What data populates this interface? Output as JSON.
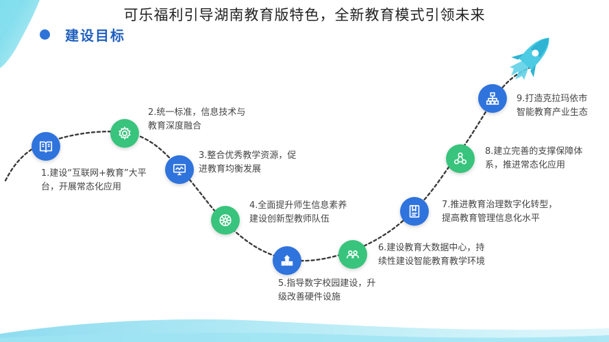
{
  "page_title": "可乐福利引导湖南教育版特色，全新教育模式引领未来",
  "section_title": "建设目标",
  "colors": {
    "blue": "#2f73dd",
    "green": "#38c47c",
    "accent_text": "#1f5fbf",
    "path": "#3a3a3a"
  },
  "goals": [
    {
      "line1": "1.建设“互联网+教育”大平",
      "line2": "台，开展常态化应用",
      "color": "blue",
      "icon": "book-icon"
    },
    {
      "line1": "2.统一标准，信息技术与",
      "line2": "教育深度融合",
      "color": "green",
      "icon": "gear-icon"
    },
    {
      "line1": "3.整合优秀教学资源，促",
      "line2": "进教育均衡发展",
      "color": "blue",
      "icon": "monitor-icon"
    },
    {
      "line1": "4.全面提升师生信息素养",
      "line2": "建设创新型教师队伍",
      "color": "green",
      "icon": "network-icon"
    },
    {
      "line1": "5.指导数字校园建设，升",
      "line2": "级改善硬件设施",
      "color": "blue",
      "icon": "building-icon"
    },
    {
      "line1": "6.建设教育大数据中心，持",
      "line2": "续性建设智能教育教学环境",
      "color": "green",
      "icon": "people-icon"
    },
    {
      "line1": "7.推进教育治理数字化转型，",
      "line2": "提高教育管理信息化水平",
      "color": "blue",
      "icon": "document-icon"
    },
    {
      "line1": "8.建立完善的支撑保障体",
      "line2": "系，推进常态化应用",
      "color": "green",
      "icon": "triangle-nodes-icon"
    },
    {
      "line1": "9.打造克拉玛依市",
      "line2": "智能教育产业生态",
      "color": "blue",
      "icon": "hierarchy-icon"
    }
  ]
}
